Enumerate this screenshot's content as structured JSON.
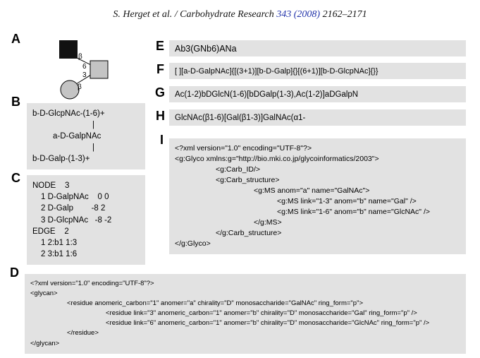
{
  "header": {
    "authors": "S. Herget et al. / Carbohydrate Research",
    "volume": " 343 (2008) ",
    "pages": "2162–2171"
  },
  "colors": {
    "volume_blue": "#2233aa",
    "panel_gray": "#e2e2e2",
    "symbol_gray": "#c4c4c4",
    "symbol_black": "#111111"
  },
  "panels": {
    "a": {
      "label": "A",
      "upper_anomer": "β",
      "upper_position": "6",
      "lower_anomer": "β",
      "lower_position": "3"
    },
    "b": {
      "label": "B",
      "lines": [
        {
          "t": "b-D-GlcpNAc-(1-6)+",
          "i": 0
        },
        {
          "t": "|",
          "i": 2
        },
        {
          "t": "a-D-GalpNAc",
          "i": 1
        },
        {
          "t": "|",
          "i": 2
        },
        {
          "t": "b-D-Galp-(1-3)+",
          "i": 0
        }
      ]
    },
    "c": {
      "label": "C",
      "lines": [
        {
          "t": "NODE    3",
          "i": 0
        },
        {
          "t": "1 D-GalpNAc    0 0",
          "i": 1
        },
        {
          "t": "2 D-Galp        -8 2",
          "i": 1
        },
        {
          "t": "3 D-GlcpNAc   -8 -2",
          "i": 1
        },
        {
          "t": "EDGE    2",
          "i": 0
        },
        {
          "t": "1 2:b1 1:3",
          "i": 1
        },
        {
          "t": "2 3:b1 1:6",
          "i": 1
        }
      ]
    },
    "d": {
      "label": "D",
      "lines": [
        {
          "t": "<?xml version=\"1.0\" encoding=\"UTF-8\"?>",
          "i": 0
        },
        {
          "t": "<glycan>",
          "i": 0
        },
        {
          "t": "<residue anomeric_carbon=\"1\" anomer=\"a\" chirality=\"D\" monosaccharide=\"GalNAc\" ring_form=\"p\">",
          "i": 1
        },
        {
          "t": "<residue link=\"3\" anomeric_carbon=\"1\" anomer=\"b\" chirality=\"D\" monosaccharide=\"Gal\" ring_form=\"p\" />",
          "i": 2
        },
        {
          "t": "<residue link=\"6\" anomeric_carbon=\"1\" anomer=\"b\" chirality=\"D\" monosaccharide=\"GlcNAc\" ring_form=\"p\" />",
          "i": 2
        },
        {
          "t": "</residue>",
          "i": 1
        },
        {
          "t": "</glycan>",
          "i": 0
        }
      ]
    },
    "e": {
      "label": "E",
      "text": "Ab3(GNb6)ANa"
    },
    "f": {
      "label": "F",
      "text": "[ ][a-D-GalpNAc]{[(3+1)][b-D-Galp]{}[(6+1)][b-D-GlcpNAc]{}}"
    },
    "g": {
      "label": "G",
      "text": "Ac(1-2)bDGlcN(1-6)[bDGalp(1-3),Ac(1-2)]aDGalpN"
    },
    "h": {
      "label": "H",
      "text": "GlcNAc(β1-6)[Gal(β1-3)]GalNAc(α1-"
    },
    "i": {
      "label": "I",
      "lines": [
        {
          "t": "<?xml version=\"1.0\" encoding=\"UTF-8\"?>",
          "i": 0
        },
        {
          "t": "<g:Glyco xmlns:g=\"http://bio.mki.co.jp/glycoinformatics/2003\">",
          "i": 0
        },
        {
          "t": "<g:Carb_ID/>",
          "i": 1
        },
        {
          "t": "<g:Carb_structure>",
          "i": 1
        },
        {
          "t": "<g:MS anom=\"a\" name=\"GalNAc\">",
          "i": 2
        },
        {
          "t": "<g:MS link=\"1-3\" anom=\"b\" name=\"Gal\" />",
          "i": 3
        },
        {
          "t": "<g:MS link=\"1-6\" anom=\"b\" name=\"GlcNAc\" />",
          "i": 3
        },
        {
          "t": "</g:MS>",
          "i": 2
        },
        {
          "t": "</g:Carb_structure>",
          "i": 1
        },
        {
          "t": "</g:Glyco>",
          "i": 0
        }
      ]
    }
  }
}
